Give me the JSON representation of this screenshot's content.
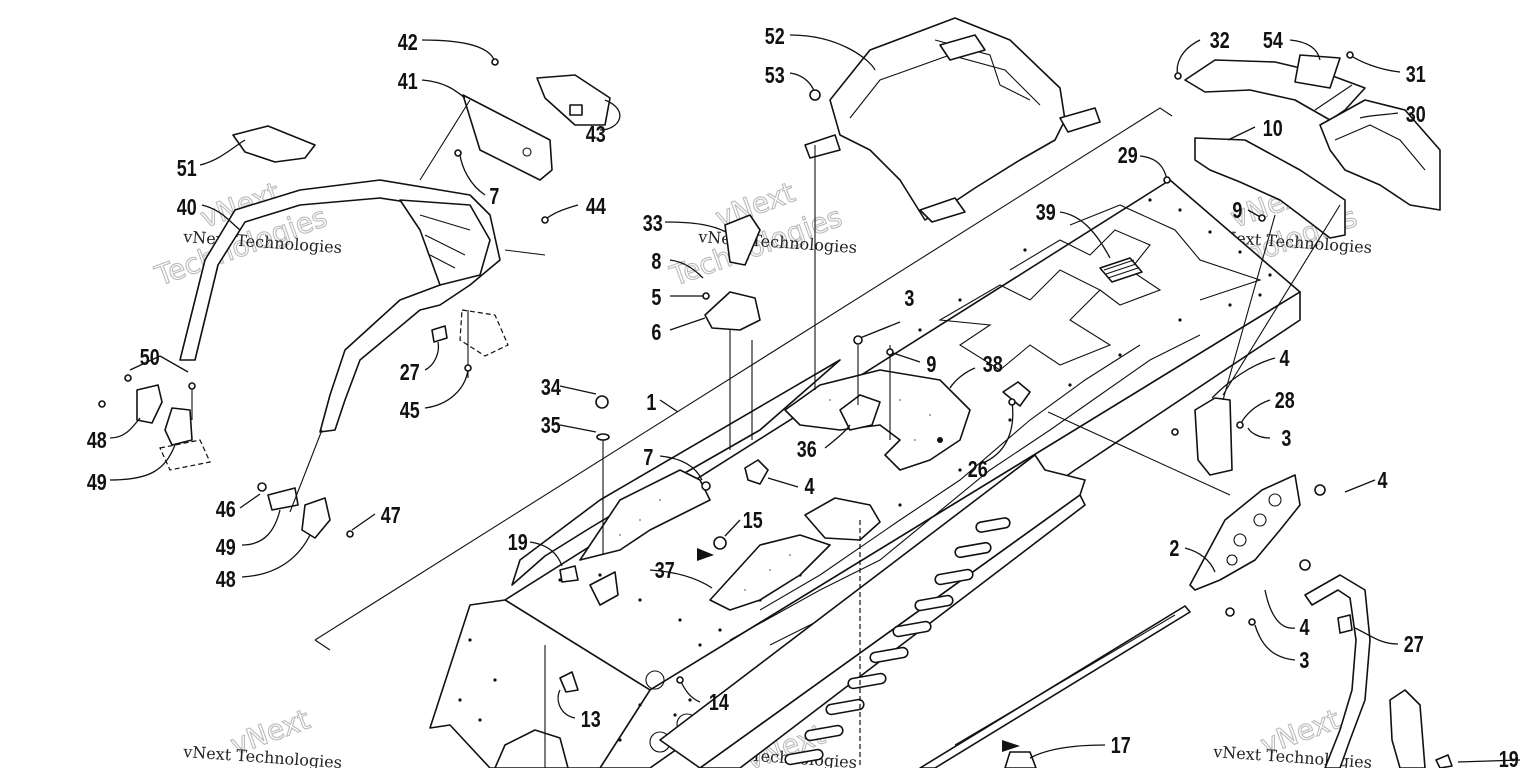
{
  "diagram": {
    "background": "#ffffff",
    "ink": "#111111",
    "watermark": {
      "line": "vNext Technologies",
      "big_top": "vNext",
      "big_bottom": "Technologies"
    },
    "callouts": [
      "42",
      "41",
      "43",
      "51",
      "40",
      "7",
      "44",
      "50",
      "48",
      "49",
      "27",
      "45",
      "46",
      "49",
      "48",
      "47",
      "52",
      "53",
      "33",
      "8",
      "5",
      "6",
      "34",
      "35",
      "1",
      "7",
      "4",
      "15",
      "19",
      "37",
      "13",
      "14",
      "3",
      "9",
      "36",
      "38",
      "26",
      "39",
      "29",
      "32",
      "54",
      "31",
      "30",
      "10",
      "9",
      "4",
      "28",
      "3",
      "4",
      "2",
      "4",
      "3",
      "27",
      "17",
      "19"
    ]
  }
}
